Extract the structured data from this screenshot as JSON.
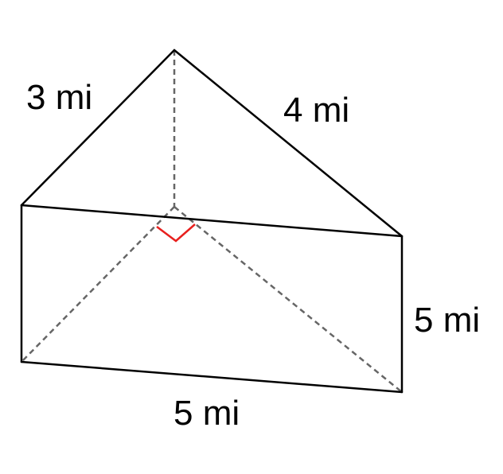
{
  "labels": {
    "left_top_edge": "3 mi",
    "right_top_edge": "4 mi",
    "height": "5 mi",
    "length": "5 mi"
  },
  "colors": {
    "solid_edge": "#000000",
    "hidden_edge": "#666666",
    "right_angle_marker": "#e8201e"
  }
}
